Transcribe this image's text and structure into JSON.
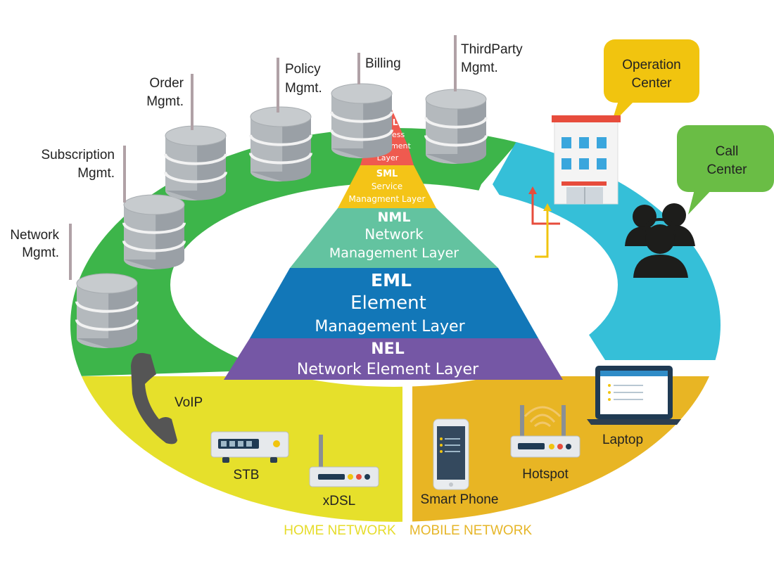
{
  "colors": {
    "green_ring": "#3db54a",
    "cyan_ring": "#35bfd8",
    "yellow_ring": "#e6e02b",
    "amber_ring": "#e8b524",
    "bml": "#ef5a4f",
    "sml": "#f4c417",
    "nml": "#63c3a0",
    "eml": "#1277b8",
    "nel": "#7557a5",
    "bubble_yellow": "#f1c40f",
    "bubble_green": "#6abd45",
    "home_label": "#e6dc2a",
    "mobile_label": "#e6b628"
  },
  "databases": [
    {
      "id": "network",
      "label_lines": [
        "Network",
        "Mgmt."
      ]
    },
    {
      "id": "subscription",
      "label_lines": [
        "Subscription",
        "Mgmt."
      ]
    },
    {
      "id": "order",
      "label_lines": [
        "Order",
        "Mgmt."
      ]
    },
    {
      "id": "policy",
      "label_lines": [
        "Policy",
        "Mgmt."
      ]
    },
    {
      "id": "billing",
      "label_lines": [
        "Billing"
      ]
    },
    {
      "id": "thirdparty",
      "label_lines": [
        "ThirdParty",
        "Mgmt."
      ]
    }
  ],
  "pyramid": {
    "bml": {
      "abbr": "BML",
      "name_lines": [
        "Business",
        "Managment",
        "Layer"
      ]
    },
    "sml": {
      "abbr": "SML",
      "name_lines": [
        "Service",
        "Managment Layer"
      ]
    },
    "nml": {
      "abbr": "NML",
      "name_lines": [
        "Network",
        "Management Layer"
      ]
    },
    "eml": {
      "abbr": "EML",
      "name_lines": [
        "Element",
        "Management Layer"
      ]
    },
    "nel": {
      "abbr": "NEL",
      "name_lines": [
        "Network Element Layer"
      ]
    }
  },
  "bubbles": {
    "operation_center": [
      "Operation",
      "Center"
    ],
    "call_center": [
      "Call",
      "Center"
    ]
  },
  "devices": {
    "voip": "VoIP",
    "stb": "STB",
    "xdsl": "xDSL",
    "smart_phone": "Smart Phone",
    "hotspot": "Hotspot",
    "laptop": "Laptop"
  },
  "networks": {
    "home": "HOME NETWORK",
    "mobile": "MOBILE NETWORK"
  },
  "icons": [
    "database-icon",
    "building-icon",
    "headset-agent-icon",
    "phone-handset-icon",
    "set-top-box-icon",
    "modem-icon",
    "smartphone-icon",
    "hotspot-router-icon",
    "laptop-icon",
    "arrow-up-icon"
  ]
}
